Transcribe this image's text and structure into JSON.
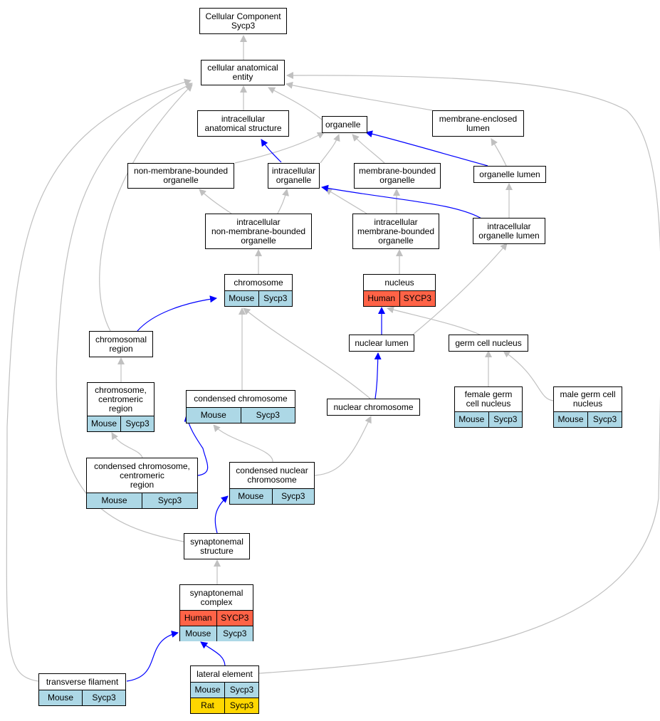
{
  "diagram": {
    "root": "Cellular Component\nSycp3",
    "nodes": {
      "cellular_anatomical_entity": {
        "label": "cellular anatomical\nentity",
        "rows": []
      },
      "intracellular_anatomical_structure": {
        "label": "intracellular\nanatomical structure",
        "rows": []
      },
      "organelle": {
        "label": "organelle",
        "rows": []
      },
      "membrane_enclosed_lumen": {
        "label": "membrane-enclosed\nlumen",
        "rows": []
      },
      "non_membrane_bounded_organelle": {
        "label": "non-membrane-bounded\norganelle",
        "rows": []
      },
      "intracellular_organelle": {
        "label": "intracellular\norganelle",
        "rows": []
      },
      "membrane_bounded_organelle": {
        "label": "membrane-bounded\norganelle",
        "rows": []
      },
      "organelle_lumen": {
        "label": "organelle lumen",
        "rows": []
      },
      "intracellular_nmb_organelle": {
        "label": "intracellular\nnon-membrane-bounded\norganelle",
        "rows": []
      },
      "intracellular_mb_organelle": {
        "label": "intracellular\nmembrane-bounded\norganelle",
        "rows": []
      },
      "intracellular_organelle_lumen": {
        "label": "intracellular\norganelle lumen",
        "rows": []
      },
      "chromosome": {
        "label": "chromosome",
        "rows": [
          {
            "species": "Mouse",
            "gene": "Sycp3"
          }
        ]
      },
      "nucleus": {
        "label": "nucleus",
        "rows": [
          {
            "species": "Human",
            "gene": "SYCP3"
          }
        ]
      },
      "chromosomal_region": {
        "label": "chromosomal\nregion",
        "rows": []
      },
      "nuclear_lumen": {
        "label": "nuclear lumen",
        "rows": []
      },
      "germ_cell_nucleus": {
        "label": "germ cell nucleus",
        "rows": []
      },
      "chromosome_centromeric_region": {
        "label": "chromosome,\ncentromeric\nregion",
        "rows": [
          {
            "species": "Mouse",
            "gene": "Sycp3"
          }
        ]
      },
      "condensed_chromosome": {
        "label": "condensed chromosome",
        "rows": [
          {
            "species": "Mouse",
            "gene": "Sycp3"
          }
        ]
      },
      "nuclear_chromosome": {
        "label": "nuclear chromosome",
        "rows": []
      },
      "female_germ_cell_nucleus": {
        "label": "female germ\ncell nucleus",
        "rows": [
          {
            "species": "Mouse",
            "gene": "Sycp3"
          }
        ]
      },
      "male_germ_cell_nucleus": {
        "label": "male germ cell\nnucleus",
        "rows": [
          {
            "species": "Mouse",
            "gene": "Sycp3"
          }
        ]
      },
      "condensed_chromosome_centromeric_region": {
        "label": "condensed chromosome,\ncentromeric\nregion",
        "rows": [
          {
            "species": "Mouse",
            "gene": "Sycp3"
          }
        ]
      },
      "condensed_nuclear_chromosome": {
        "label": "condensed nuclear\nchromosome",
        "rows": [
          {
            "species": "Mouse",
            "gene": "Sycp3"
          }
        ]
      },
      "synaptonemal_structure": {
        "label": "synaptonemal\nstructure",
        "rows": []
      },
      "synaptonemal_complex": {
        "label": "synaptonemal\ncomplex",
        "rows": [
          {
            "species": "Human",
            "gene": "SYCP3"
          },
          {
            "species": "Mouse",
            "gene": "Sycp3"
          }
        ]
      },
      "transverse_filament": {
        "label": "transverse filament",
        "rows": [
          {
            "species": "Mouse",
            "gene": "Sycp3"
          }
        ]
      },
      "lateral_element": {
        "label": "lateral element",
        "rows": [
          {
            "species": "Mouse",
            "gene": "Sycp3"
          },
          {
            "species": "Rat",
            "gene": "Sycp3"
          }
        ]
      }
    },
    "edges": [
      {
        "from": "cellular_anatomical_entity",
        "to": "root",
        "type": "is_a"
      },
      {
        "from": "intracellular_anatomical_structure",
        "to": "cellular_anatomical_entity",
        "type": "is_a"
      },
      {
        "from": "organelle",
        "to": "cellular_anatomical_entity",
        "type": "is_a"
      },
      {
        "from": "membrane_enclosed_lumen",
        "to": "cellular_anatomical_entity",
        "type": "is_a"
      },
      {
        "from": "non_membrane_bounded_organelle",
        "to": "organelle",
        "type": "is_a"
      },
      {
        "from": "intracellular_organelle",
        "to": "organelle",
        "type": "is_a"
      },
      {
        "from": "intracellular_organelle",
        "to": "intracellular_anatomical_structure",
        "type": "part_of"
      },
      {
        "from": "membrane_bounded_organelle",
        "to": "organelle",
        "type": "is_a"
      },
      {
        "from": "organelle_lumen",
        "to": "organelle",
        "type": "part_of"
      },
      {
        "from": "organelle_lumen",
        "to": "membrane_enclosed_lumen",
        "type": "is_a"
      },
      {
        "from": "intracellular_nmb_organelle",
        "to": "non_membrane_bounded_organelle",
        "type": "is_a"
      },
      {
        "from": "intracellular_nmb_organelle",
        "to": "intracellular_organelle",
        "type": "is_a"
      },
      {
        "from": "intracellular_mb_organelle",
        "to": "intracellular_organelle",
        "type": "is_a"
      },
      {
        "from": "intracellular_mb_organelle",
        "to": "membrane_bounded_organelle",
        "type": "is_a"
      },
      {
        "from": "intracellular_organelle_lumen",
        "to": "organelle_lumen",
        "type": "is_a"
      },
      {
        "from": "intracellular_organelle_lumen",
        "to": "intracellular_organelle",
        "type": "part_of"
      },
      {
        "from": "chromosome",
        "to": "intracellular_nmb_organelle",
        "type": "is_a"
      },
      {
        "from": "nucleus",
        "to": "intracellular_mb_organelle",
        "type": "is_a"
      },
      {
        "from": "chromosomal_region",
        "to": "chromosome",
        "type": "part_of"
      },
      {
        "from": "chromosomal_region",
        "to": "cellular_anatomical_entity",
        "type": "is_a"
      },
      {
        "from": "nuclear_lumen",
        "to": "nucleus",
        "type": "part_of"
      },
      {
        "from": "nuclear_lumen",
        "to": "intracellular_organelle_lumen",
        "type": "is_a"
      },
      {
        "from": "germ_cell_nucleus",
        "to": "nucleus",
        "type": "is_a"
      },
      {
        "from": "chromosome_centromeric_region",
        "to": "chromosomal_region",
        "type": "is_a"
      },
      {
        "from": "condensed_chromosome",
        "to": "chromosome",
        "type": "is_a"
      },
      {
        "from": "nuclear_chromosome",
        "to": "chromosome",
        "type": "is_a"
      },
      {
        "from": "nuclear_chromosome",
        "to": "nuclear_lumen",
        "type": "part_of"
      },
      {
        "from": "female_germ_cell_nucleus",
        "to": "germ_cell_nucleus",
        "type": "is_a"
      },
      {
        "from": "male_germ_cell_nucleus",
        "to": "germ_cell_nucleus",
        "type": "is_a"
      },
      {
        "from": "condensed_chromosome_centromeric_region",
        "to": "chromosome_centromeric_region",
        "type": "is_a"
      },
      {
        "from": "condensed_chromosome_centromeric_region",
        "to": "condensed_chromosome",
        "type": "part_of"
      },
      {
        "from": "condensed_nuclear_chromosome",
        "to": "condensed_chromosome",
        "type": "is_a"
      },
      {
        "from": "condensed_nuclear_chromosome",
        "to": "nuclear_chromosome",
        "type": "is_a"
      },
      {
        "from": "synaptonemal_structure",
        "to": "condensed_nuclear_chromosome",
        "type": "part_of"
      },
      {
        "from": "synaptonemal_structure",
        "to": "cellular_anatomical_entity",
        "type": "is_a"
      },
      {
        "from": "synaptonemal_complex",
        "to": "synaptonemal_structure",
        "type": "is_a"
      },
      {
        "from": "transverse_filament",
        "to": "synaptonemal_complex",
        "type": "part_of"
      },
      {
        "from": "transverse_filament",
        "to": "cellular_anatomical_entity",
        "type": "is_a"
      },
      {
        "from": "lateral_element",
        "to": "synaptonemal_complex",
        "type": "part_of"
      },
      {
        "from": "lateral_element",
        "to": "cellular_anatomical_entity",
        "type": "is_a"
      }
    ],
    "colors": {
      "is_a": "#c0c0c0",
      "part_of": "#0000ff",
      "Mouse": "#add8e6",
      "Human": "#ff6347",
      "Rat": "#ffd700"
    }
  }
}
